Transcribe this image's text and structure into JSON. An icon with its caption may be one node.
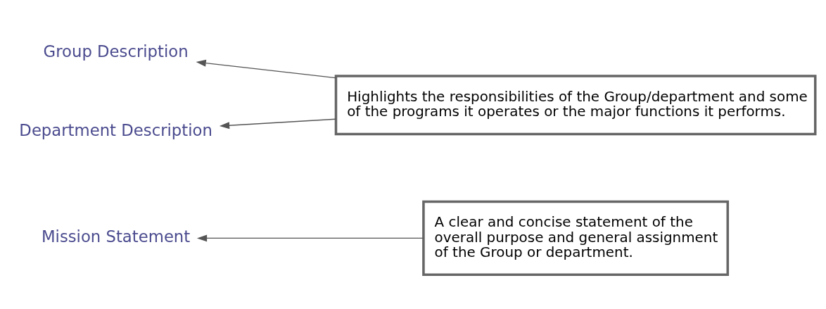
{
  "diagram": {
    "nodes": [
      {
        "text": [
          "Mission Statement"
        ]
      },
      {
        "text": [
          "A clear and concise statement of the overall purpose and general assignment of the Group or department."
        ]
      },
      {
        "text": [
          "Group Description"
        ]
      },
      {
        "text": [
          "Department Description"
        ]
      },
      {
        "text": [
          "Highlights the responsibilities of the Group/department and some of the programs it operates or the major functions it performs."
        ]
      }
    ],
    "edges": [
      {
        "from": 1,
        "to": 0,
        "arrow": "to"
      },
      {
        "from": 4,
        "to": 2,
        "arrow": "to"
      },
      {
        "from": 4,
        "to": 3,
        "arrow": "to"
      }
    ]
  }
}
